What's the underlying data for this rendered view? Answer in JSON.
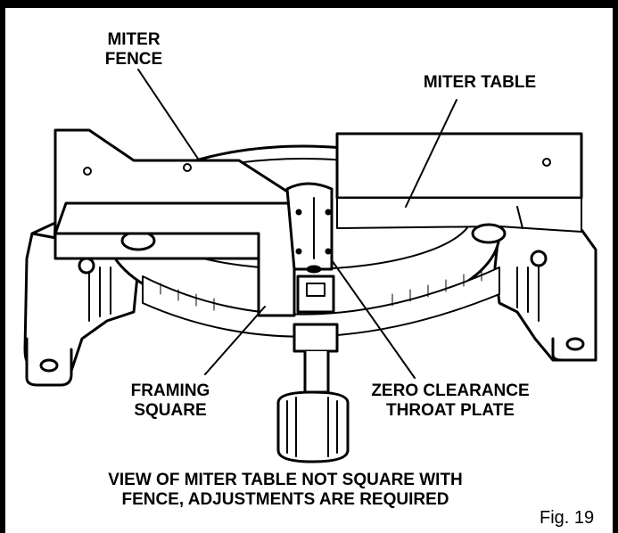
{
  "labels": {
    "miter_fence_line1": "MITER",
    "miter_fence_line2": "FENCE",
    "miter_table": "MITER TABLE",
    "framing_square_line1": "FRAMING",
    "framing_square_line2": "SQUARE",
    "throat_plate_line1": "ZERO CLEARANCE",
    "throat_plate_line2": "THROAT PLATE"
  },
  "caption": {
    "line1": "VIEW OF MITER TABLE NOT SQUARE WITH",
    "line2": "FENCE, ADJUSTMENTS ARE REQUIRED"
  },
  "figure_number": "Fig. 19",
  "colors": {
    "ink": "#000000",
    "paper": "#ffffff"
  }
}
